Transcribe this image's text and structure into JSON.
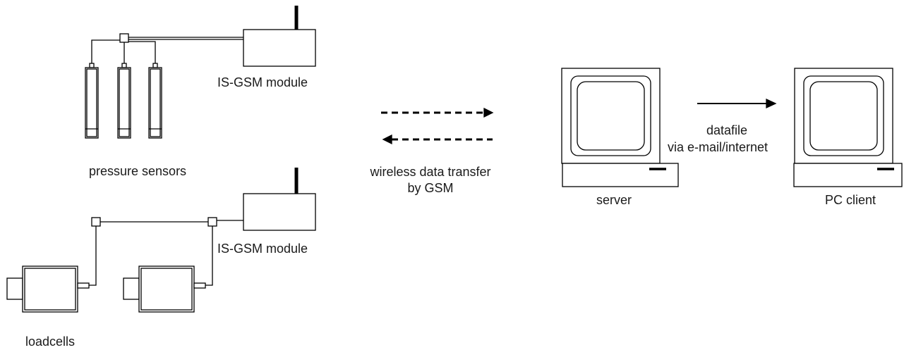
{
  "labels": {
    "gsm_module_top": "IS-GSM module",
    "gsm_module_bottom": "IS-GSM module",
    "pressure_sensors": "pressure sensors",
    "loadcells": "loadcells",
    "wireless_line1": "wireless data transfer",
    "wireless_line2": "by GSM",
    "server": "server",
    "datafile_line1": "datafile",
    "datafile_line2": "via e-mail/internet",
    "pc_client": "PC client"
  },
  "colors": {
    "stroke": "#000000",
    "fill": "#ffffff",
    "text": "#1a1a1a"
  }
}
